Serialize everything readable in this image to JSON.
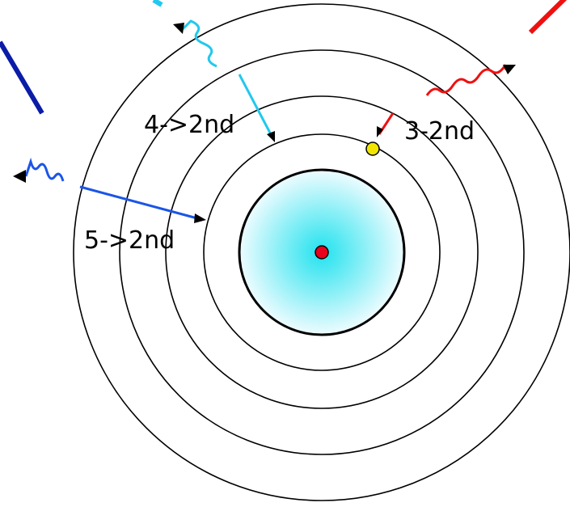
{
  "diagram": {
    "labels": {
      "transition_4_2": "4->2nd",
      "transition_3_2": "3-2nd",
      "transition_5_2": "5->2nd"
    },
    "colors": {
      "orbit": "#000000",
      "nucleus": "#e8001c",
      "electron": "#f2e600",
      "core_center": "#22e2ee",
      "core_edge": "#eefcff",
      "transition_3_2": "#ee1111",
      "transition_4_2": "#22c8ee",
      "transition_5_2": "#1a55e8",
      "distant_red": "#ee1111",
      "distant_cyan": "#22c8ee",
      "distant_navy": "#0a1ca8"
    }
  }
}
